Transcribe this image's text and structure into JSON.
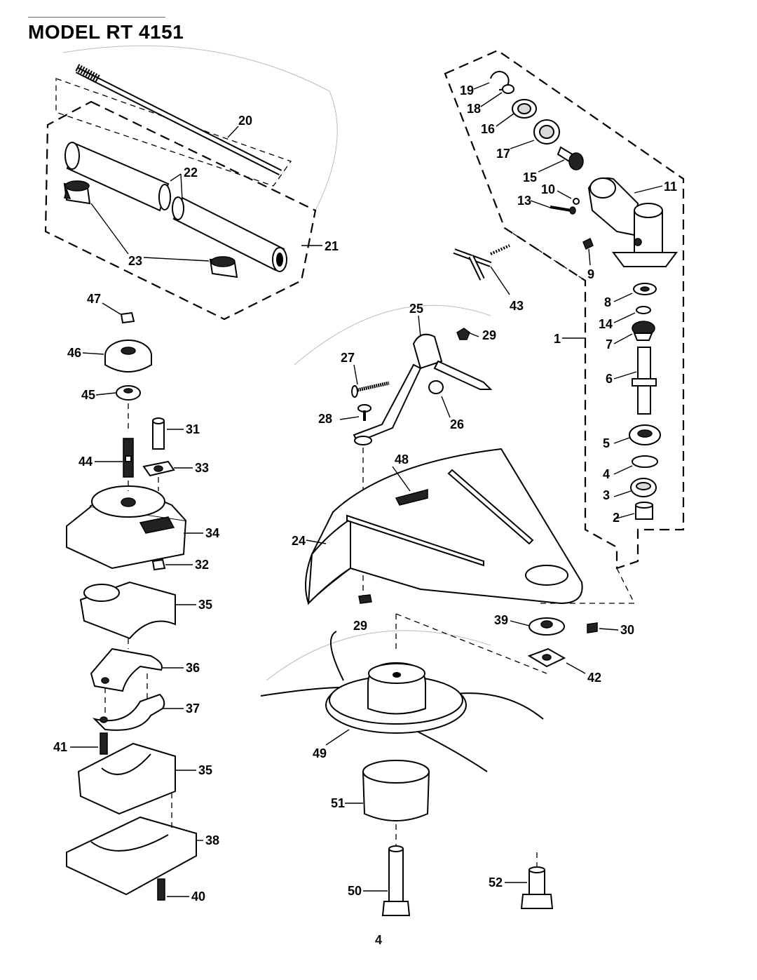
{
  "header": {
    "title": "MODEL RT 4151"
  },
  "page": {
    "number": "4"
  },
  "callouts": [
    {
      "id": "c1",
      "text": "1"
    },
    {
      "id": "c2",
      "text": "2"
    },
    {
      "id": "c3",
      "text": "3"
    },
    {
      "id": "c4",
      "text": "4"
    },
    {
      "id": "c5",
      "text": "5"
    },
    {
      "id": "c6",
      "text": "6"
    },
    {
      "id": "c7",
      "text": "7"
    },
    {
      "id": "c8",
      "text": "8"
    },
    {
      "id": "c9",
      "text": "9"
    },
    {
      "id": "c10",
      "text": "10"
    },
    {
      "id": "c11",
      "text": "11"
    },
    {
      "id": "c13",
      "text": "13"
    },
    {
      "id": "c14",
      "text": "14"
    },
    {
      "id": "c15",
      "text": "15"
    },
    {
      "id": "c16",
      "text": "16"
    },
    {
      "id": "c17",
      "text": "17"
    },
    {
      "id": "c18",
      "text": "18"
    },
    {
      "id": "c19",
      "text": "19"
    },
    {
      "id": "c20",
      "text": "20"
    },
    {
      "id": "c21",
      "text": "21"
    },
    {
      "id": "c22",
      "text": "22"
    },
    {
      "id": "c23",
      "text": "23"
    },
    {
      "id": "c24",
      "text": "24"
    },
    {
      "id": "c25",
      "text": "25"
    },
    {
      "id": "c26",
      "text": "26"
    },
    {
      "id": "c27",
      "text": "27"
    },
    {
      "id": "c28",
      "text": "28"
    },
    {
      "id": "c29a",
      "text": "29"
    },
    {
      "id": "c29b",
      "text": "29"
    },
    {
      "id": "c30",
      "text": "30"
    },
    {
      "id": "c31",
      "text": "31"
    },
    {
      "id": "c32",
      "text": "32"
    },
    {
      "id": "c33",
      "text": "33"
    },
    {
      "id": "c34",
      "text": "34"
    },
    {
      "id": "c35a",
      "text": "35"
    },
    {
      "id": "c35b",
      "text": "35"
    },
    {
      "id": "c36",
      "text": "36"
    },
    {
      "id": "c37",
      "text": "37"
    },
    {
      "id": "c38",
      "text": "38"
    },
    {
      "id": "c39",
      "text": "39"
    },
    {
      "id": "c40",
      "text": "40"
    },
    {
      "id": "c41",
      "text": "41"
    },
    {
      "id": "c42",
      "text": "42"
    },
    {
      "id": "c43",
      "text": "43"
    },
    {
      "id": "c44",
      "text": "44"
    },
    {
      "id": "c45",
      "text": "45"
    },
    {
      "id": "c46",
      "text": "46"
    },
    {
      "id": "c47",
      "text": "47"
    },
    {
      "id": "c48",
      "text": "48"
    },
    {
      "id": "c49",
      "text": "49"
    },
    {
      "id": "c50",
      "text": "50"
    },
    {
      "id": "c51",
      "text": "51"
    },
    {
      "id": "c52",
      "text": "52"
    }
  ]
}
